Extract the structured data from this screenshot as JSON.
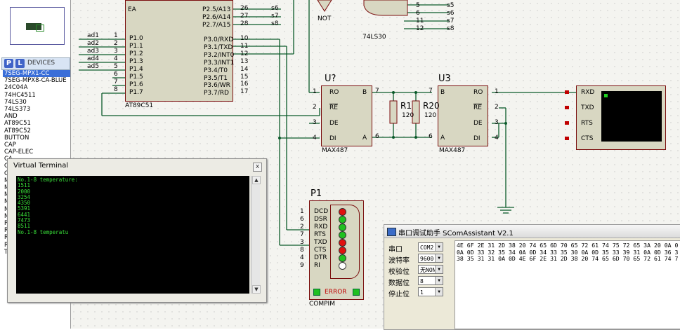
{
  "left_panel": {
    "p_button": "P",
    "l_button": "L",
    "devices_title": "DEVICES",
    "devices": [
      "7SEG-MPX1-CC",
      "7SEG-MPX8-CA-BLUE",
      "24C04A",
      "74HC4511",
      "74LS30",
      "74LS373",
      "AND",
      "AT89C51",
      "AT89C52",
      "BUTTON",
      "CAP",
      "CAP-ELEC",
      "CA",
      "CI",
      "CI",
      "M",
      "M",
      "M",
      "N",
      "N",
      "N",
      "P",
      "R",
      "R",
      "R",
      "TL"
    ],
    "selected_index": 0
  },
  "schematic": {
    "mcu": {
      "name": "AT89C51",
      "left_top_label": "EA",
      "left_pins": [
        {
          "net": "ad1",
          "num": "1",
          "name": "P1.0"
        },
        {
          "net": "ad2",
          "num": "2",
          "name": "P1.1"
        },
        {
          "net": "ad3",
          "num": "3",
          "name": "P1.2"
        },
        {
          "net": "ad4",
          "num": "4",
          "name": "P1.3"
        },
        {
          "net": "ad5",
          "num": "5",
          "name": "P1.4"
        },
        {
          "net": "",
          "num": "6",
          "name": "P1.5"
        },
        {
          "net": "",
          "num": "7",
          "name": "P1.6"
        },
        {
          "net": "",
          "num": "8",
          "name": "P1.7"
        }
      ],
      "right_pins": [
        {
          "num": "26",
          "name": "P2.5/A13",
          "net": "s6"
        },
        {
          "num": "27",
          "name": "P2.6/A14",
          "net": "s7"
        },
        {
          "num": "28",
          "name": "P2.7/A15",
          "net": "s8"
        },
        {
          "num": "10",
          "name": "P3.0/RXD"
        },
        {
          "num": "11",
          "name": "P3.1/TXD"
        },
        {
          "num": "12",
          "name": "P3.2/INT0"
        },
        {
          "num": "13",
          "name": "P3.3/INT1"
        },
        {
          "num": "14",
          "name": "P3.4/T0"
        },
        {
          "num": "15",
          "name": "P3.5/T1"
        },
        {
          "num": "16",
          "name": "P3.6/WR"
        },
        {
          "num": "17",
          "name": "P3.7/RD"
        }
      ]
    },
    "not_gate_label": "NOT",
    "nand_label": "74LS30",
    "nand_pins": [
      {
        "num": "5",
        "net": "s5"
      },
      {
        "num": "6",
        "net": "s6"
      },
      {
        "num": "11",
        "net": "s7"
      },
      {
        "num": "12",
        "net": "s8"
      }
    ],
    "u_left": {
      "ref": "U?",
      "part": "MAX487",
      "pins": [
        {
          "num": "1",
          "name": "RO"
        },
        {
          "num": "2",
          "name": "RE"
        },
        {
          "num": "3",
          "name": "DE"
        },
        {
          "num": "4",
          "name": "DI"
        }
      ],
      "right_pins": [
        {
          "num": "7",
          "name": "B"
        },
        {
          "num": "6",
          "name": "A"
        }
      ]
    },
    "u_right": {
      "ref": "U3",
      "part": "MAX487",
      "pins": [
        {
          "num": "1",
          "name": "RO"
        },
        {
          "num": "2",
          "name": "RE"
        },
        {
          "num": "3",
          "name": "DE"
        },
        {
          "num": "4",
          "name": "DI"
        }
      ],
      "left_pins": [
        {
          "num": "7",
          "name": "B"
        },
        {
          "num": "6",
          "name": "A"
        }
      ]
    },
    "r1": {
      "ref": "R1",
      "value": "120"
    },
    "r20": {
      "ref": "R20",
      "value": "120"
    },
    "vterm_pins": [
      "RXD",
      "TXD",
      "RTS",
      "CTS"
    ],
    "p1": {
      "ref": "P1",
      "part": "COMPIM",
      "error_label": "ERROR",
      "pins": [
        {
          "num": "1",
          "name": "DCD"
        },
        {
          "num": "6",
          "name": "DSR"
        },
        {
          "num": "2",
          "name": "RXD"
        },
        {
          "num": "7",
          "name": "RTS"
        },
        {
          "num": "3",
          "name": "TXD"
        },
        {
          "num": "8",
          "name": "CTS"
        },
        {
          "num": "4",
          "name": "DTR"
        },
        {
          "num": "9",
          "name": "RI"
        }
      ],
      "led_colors": [
        "#e01010",
        "#20c020",
        "#20c020",
        "#20c020",
        "#e01010",
        "#e01010",
        "#20c020",
        "#ffffff"
      ]
    }
  },
  "virtual_terminal": {
    "title": "Virtual Terminal",
    "close_label": "x",
    "lines": [
      "No.1-8 temperature:",
      "1511",
      "2000",
      "3254",
      "4350",
      "5391",
      "6441",
      "7473",
      "8511",
      "No.1-8 temperatu"
    ]
  },
  "serial_assistant": {
    "title": "串口调试助手 SComAssistant V2.1",
    "fields": [
      {
        "label": "串口",
        "value": "COM2"
      },
      {
        "label": "波特率",
        "value": "9600"
      },
      {
        "label": "校验位",
        "value": "无NONE"
      },
      {
        "label": "数据位",
        "value": "8"
      },
      {
        "label": "停止位",
        "value": "1"
      }
    ],
    "hex_lines": [
      "4E 6F 2E 31 2D 38 20 74 65 6D 70 65 72 61 74 75 72 65 3A 20 0A 0",
      "0A 0D 33 32 35 34 0A 0D 34 33 35 30 0A 0D 35 33 39 31 0A 0D 36 3",
      "38 35 31 31 0A 0D 4E 6F 2E 31 2D 38 20 74 65 6D 70 65 72 61 74 7"
    ]
  },
  "colors": {
    "wire": "#0a5a2a",
    "chip_fill": "#d8d7c2",
    "chip_border": "#7a0d0d",
    "terminal_text": "#39e039",
    "device_selected": "#3a6ed8"
  }
}
